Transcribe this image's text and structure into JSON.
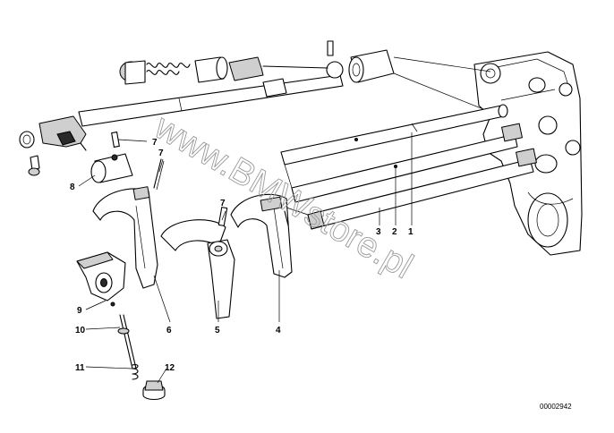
{
  "diagram": {
    "callouts": [
      {
        "id": "c1",
        "text": "1"
      },
      {
        "id": "c2",
        "text": "2"
      },
      {
        "id": "c3",
        "text": "3"
      },
      {
        "id": "c4",
        "text": "4"
      },
      {
        "id": "c5",
        "text": "5"
      },
      {
        "id": "c6",
        "text": "6"
      },
      {
        "id": "c7a",
        "text": "7"
      },
      {
        "id": "c7b",
        "text": "7"
      },
      {
        "id": "c7c",
        "text": "7"
      },
      {
        "id": "c8",
        "text": "8"
      },
      {
        "id": "c9",
        "text": "9"
      },
      {
        "id": "c10",
        "text": "10"
      },
      {
        "id": "c11",
        "text": "11"
      },
      {
        "id": "c12",
        "text": "12"
      }
    ],
    "watermark": "www.BMWstore.pl",
    "document_number": "00002942"
  }
}
